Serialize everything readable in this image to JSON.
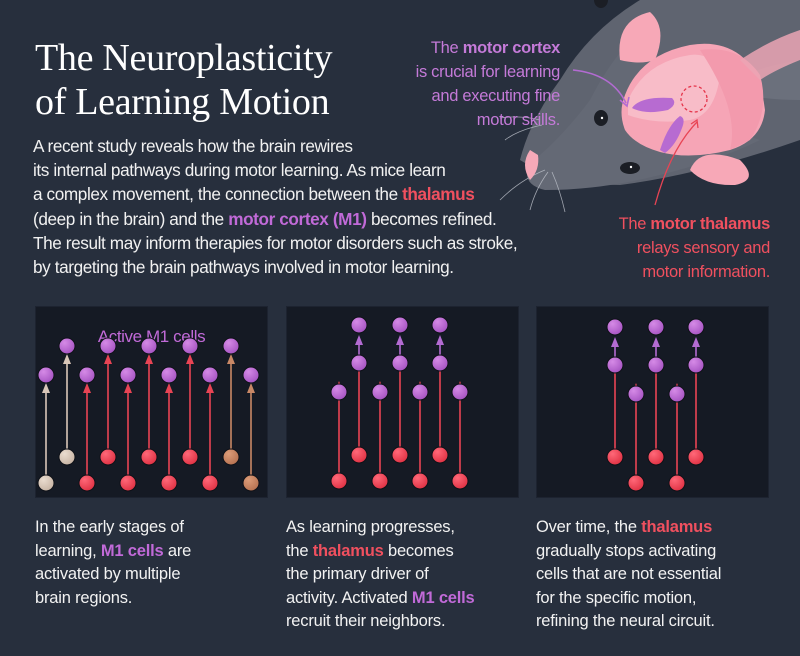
{
  "title": {
    "line1": "The Neuroplasticity",
    "line2": "of Learning Motion"
  },
  "intro": {
    "line1": "A recent study reveals how the brain rewires",
    "line2": "its internal pathways during motor learning. As mice learn",
    "line3_pre": "a complex movement, the connection between the ",
    "line3_hl": "thalamus",
    "line4_pre": "(deep in the brain) and the ",
    "line4_hl": "motor cortex (M1)",
    "line4_post": " becomes refined.",
    "line5": "The result may inform therapies for motor disorders such as stroke,",
    "line6": "by targeting the brain pathways involved in motor learning."
  },
  "annotations": {
    "cortex": {
      "pre": "The ",
      "hl": "motor cortex",
      "line2": "is crucial for learning",
      "line3": "and executing fine",
      "line4": "motor skills."
    },
    "thalamus": {
      "pre": "The ",
      "hl": "motor thalamus",
      "line2": "relays sensory and",
      "line3": "motor information."
    }
  },
  "colors": {
    "background": "#272f3d",
    "panel": "#151a24",
    "thalamus_red": "#f0505f",
    "m1_purple": "#c16ad8",
    "other_beige": "#d9c6b8",
    "other_brown": "#c98866"
  },
  "panels": [
    {
      "label": "Active M1 cells",
      "caption": {
        "l1": "In the early stages of",
        "l2_pre": "learning, ",
        "l2_hl": "M1 cells",
        "l2_post": " are",
        "l3": "activated by multiple",
        "l4": "brain regions."
      }
    },
    {
      "caption": {
        "l1": "As learning progresses,",
        "l2_pre": "the ",
        "l2_hl": "thalamus",
        "l2_post": " becomes",
        "l3": "the primary driver of",
        "l4_pre": "activity. Activated ",
        "l4_hl": "M1 cells",
        "l5": "recruit their neighbors."
      }
    },
    {
      "caption": {
        "l1_pre": "Over time, the ",
        "l1_hl": "thalamus",
        "l2": "gradually stops activating",
        "l3": "cells that are not essential",
        "l4": "for the specific motion,",
        "l5": "refining the neural circuit."
      }
    }
  ]
}
